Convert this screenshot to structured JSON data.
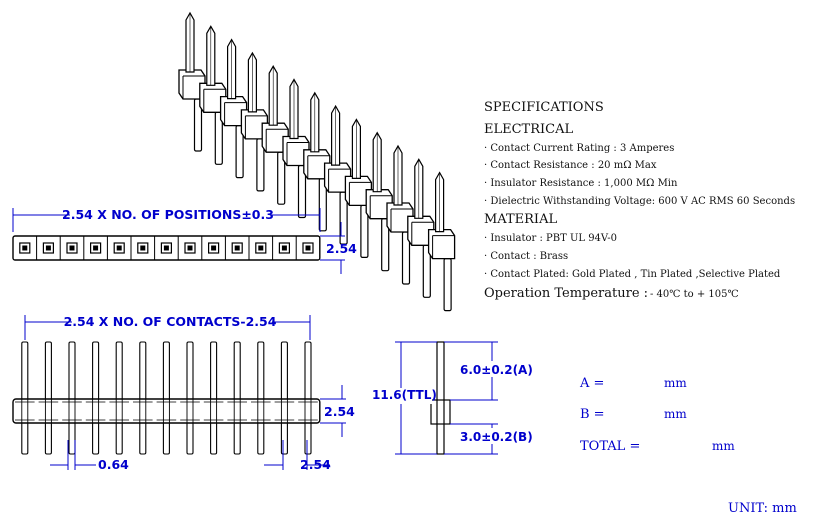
{
  "specifications": {
    "title": "SPECIFICATIONS",
    "electrical_heading": "ELECTRICAL",
    "electrical_items": [
      "· Contact Current Rating : 3 Amperes",
      "· Contact Resistance  :  20 mΩ Max",
      "· Insulator Resistance  :  1,000 MΩ Min",
      "· Dielectric Withstanding Voltage:  600 V AC RMS 60 Seconds"
    ],
    "material_heading": "MATERIAL",
    "material_items": [
      "· Insulator  :  PBT UL 94V-0",
      "· Contact  :  Brass",
      "· Contact  Plated:  Gold Plated , Tin Plated ,Selective Plated"
    ],
    "operation_label": "Operation Temperature  :",
    "operation_value": "- 40℃ to + 105℃"
  },
  "dimensions": {
    "positions_label": "2.54 X NO. OF POSITIONS±0.3",
    "pitch_side": "2.54",
    "contacts_label": "2.54 X NO. OF CONTACTS-2.54",
    "body_height": "2.54",
    "pin_width": "0.64",
    "pitch_bottom": "2.54",
    "total_length": "11.6(TTL)",
    "length_a": "6.0±0.2(A)",
    "length_b": "3.0±0.2(B)"
  },
  "table": {
    "a_label": "A  =",
    "a_unit": "mm",
    "b_label": "B  =",
    "b_unit": "mm",
    "total_label": "TOTAL  =",
    "total_unit": "mm"
  },
  "unit_label": "UNIT: mm",
  "colors": {
    "dimension": "#0000cc",
    "line": "#000000"
  }
}
